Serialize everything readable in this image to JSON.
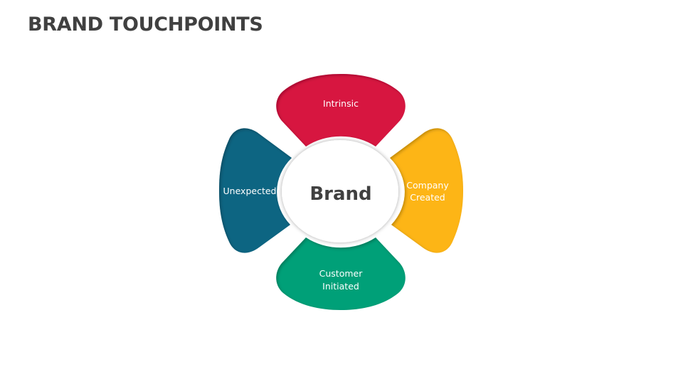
{
  "slide": {
    "title": "BRAND TOUCHPOINTS"
  },
  "diagram": {
    "center": {
      "label": "Brand",
      "fill": "#ffffff",
      "text_color": "#404040"
    },
    "petals": [
      {
        "id": "top",
        "label_lines": [
          "Intrinsic"
        ],
        "color": "#D71440"
      },
      {
        "id": "right",
        "label_lines": [
          "Company",
          "Created"
        ],
        "color": "#FDB515"
      },
      {
        "id": "bottom",
        "label_lines": [
          "Customer",
          "Initiated"
        ],
        "color": "#06A078"
      },
      {
        "id": "left",
        "label_lines": [
          "Unexpected"
        ],
        "color": "#0E6582"
      }
    ]
  }
}
